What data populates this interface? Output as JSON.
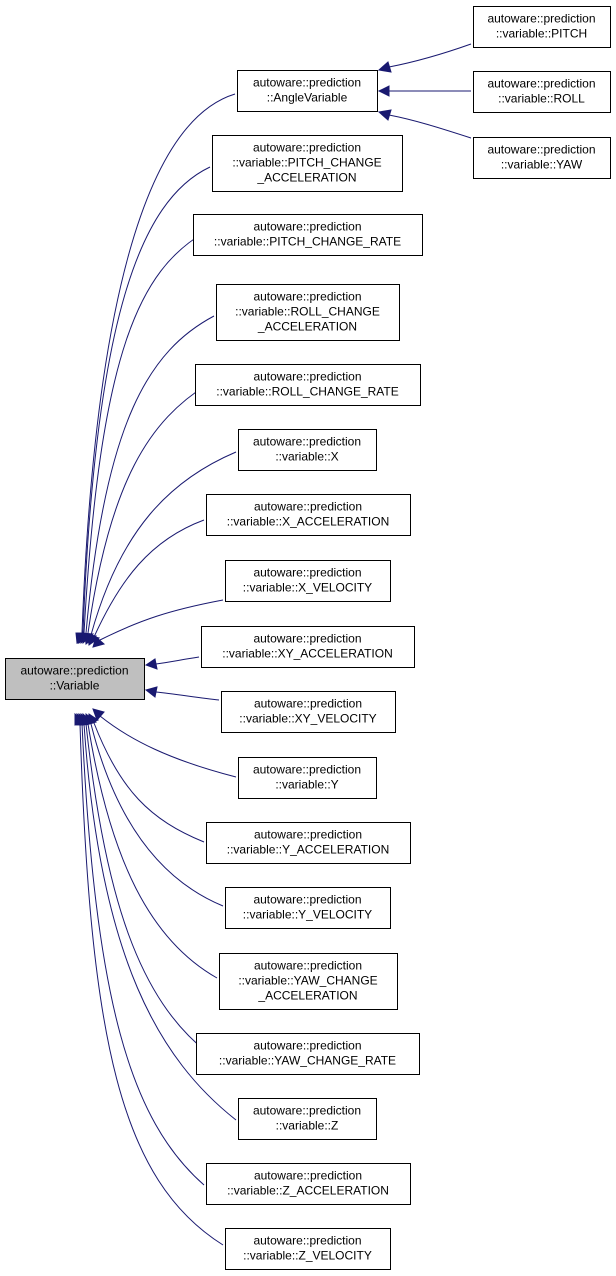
{
  "diagram": {
    "root": {
      "id": "variable",
      "lines": [
        "autoware::prediction",
        "::Variable"
      ],
      "highlighted": true
    },
    "children": [
      {
        "id": "angle-variable",
        "lines": [
          "autoware::prediction",
          "::AngleVariable"
        ]
      },
      {
        "id": "pitch-change-acceleration",
        "lines": [
          "autoware::prediction",
          "::variable::PITCH_CHANGE",
          "_ACCELERATION"
        ]
      },
      {
        "id": "pitch-change-rate",
        "lines": [
          "autoware::prediction",
          "::variable::PITCH_CHANGE_RATE"
        ]
      },
      {
        "id": "roll-change-acceleration",
        "lines": [
          "autoware::prediction",
          "::variable::ROLL_CHANGE",
          "_ACCELERATION"
        ]
      },
      {
        "id": "roll-change-rate",
        "lines": [
          "autoware::prediction",
          "::variable::ROLL_CHANGE_RATE"
        ]
      },
      {
        "id": "x",
        "lines": [
          "autoware::prediction",
          "::variable::X"
        ]
      },
      {
        "id": "x-acceleration",
        "lines": [
          "autoware::prediction",
          "::variable::X_ACCELERATION"
        ]
      },
      {
        "id": "x-velocity",
        "lines": [
          "autoware::prediction",
          "::variable::X_VELOCITY"
        ]
      },
      {
        "id": "xy-acceleration",
        "lines": [
          "autoware::prediction",
          "::variable::XY_ACCELERATION"
        ]
      },
      {
        "id": "xy-velocity",
        "lines": [
          "autoware::prediction",
          "::variable::XY_VELOCITY"
        ]
      },
      {
        "id": "y",
        "lines": [
          "autoware::prediction",
          "::variable::Y"
        ]
      },
      {
        "id": "y-acceleration",
        "lines": [
          "autoware::prediction",
          "::variable::Y_ACCELERATION"
        ]
      },
      {
        "id": "y-velocity",
        "lines": [
          "autoware::prediction",
          "::variable::Y_VELOCITY"
        ]
      },
      {
        "id": "yaw-change-acceleration",
        "lines": [
          "autoware::prediction",
          "::variable::YAW_CHANGE",
          "_ACCELERATION"
        ]
      },
      {
        "id": "yaw-change-rate",
        "lines": [
          "autoware::prediction",
          "::variable::YAW_CHANGE_RATE"
        ]
      },
      {
        "id": "z",
        "lines": [
          "autoware::prediction",
          "::variable::Z"
        ]
      },
      {
        "id": "z-acceleration",
        "lines": [
          "autoware::prediction",
          "::variable::Z_ACCELERATION"
        ]
      },
      {
        "id": "z-velocity",
        "lines": [
          "autoware::prediction",
          "::variable::Z_VELOCITY"
        ]
      }
    ],
    "grandchildren": [
      {
        "id": "pitch",
        "parent": "angle-variable",
        "lines": [
          "autoware::prediction",
          "::variable::PITCH"
        ]
      },
      {
        "id": "roll",
        "parent": "angle-variable",
        "lines": [
          "autoware::prediction",
          "::variable::ROLL"
        ]
      },
      {
        "id": "yaw",
        "parent": "angle-variable",
        "lines": [
          "autoware::prediction",
          "::variable::YAW"
        ]
      }
    ],
    "colors": {
      "edge": "#191970",
      "box_border": "#000000",
      "root_fill": "#bfbfbf",
      "box_fill": "#ffffff"
    }
  }
}
